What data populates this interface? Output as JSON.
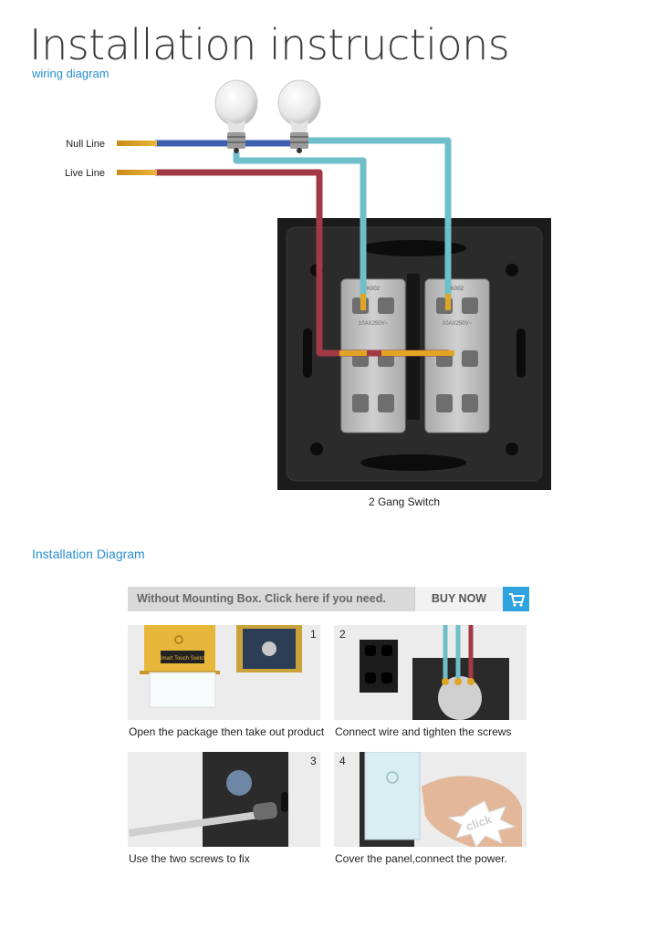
{
  "header": {
    "title": "Installation instructions",
    "subtitle": "wiring diagram"
  },
  "wiring": {
    "null_line_label": "Null Line",
    "live_line_label": "Live Line",
    "switch_caption": "2 Gang Switch",
    "module_code": "K002",
    "module_rating": "10AX250V~",
    "colors": {
      "null_wire": "#3d5fb0",
      "live_wire": "#a23a45",
      "load_wire": "#6fbfca",
      "plate": "#1b1b1b",
      "module": "#bdbdbd"
    }
  },
  "installation": {
    "heading": "Installation Diagram",
    "buy_bar": {
      "text": "Without Mounting Box. Click here if you need.",
      "button_label": "BUY NOW",
      "cart_icon": "cart-icon",
      "accent": "#2ea3df"
    },
    "steps": [
      {
        "number": "1",
        "caption": "Open the package then take out product"
      },
      {
        "number": "2",
        "caption": "Connect wire and tighten the screws"
      },
      {
        "number": "3",
        "caption": "Use the two screws to fix"
      },
      {
        "number": "4",
        "caption": "Cover the panel,connect the power."
      }
    ],
    "step1_box_text": "Smart Touch Switch",
    "step4_stamp": "click"
  }
}
